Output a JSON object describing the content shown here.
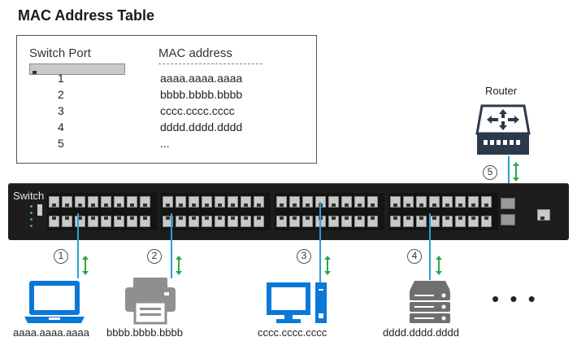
{
  "title": "MAC Address Table",
  "table": {
    "headers": {
      "port": "Switch Port",
      "mac": "MAC address"
    },
    "rows": [
      {
        "port": "1",
        "mac": "aaaa.aaaa.aaaa"
      },
      {
        "port": "2",
        "mac": "bbbb.bbbb.bbbb"
      },
      {
        "port": "3",
        "mac": "cccc.cccc.cccc"
      },
      {
        "port": "4",
        "mac": "dddd.dddd.dddd"
      },
      {
        "port": "5",
        "mac": "..."
      }
    ]
  },
  "switch": {
    "label": "Switch"
  },
  "router": {
    "label": "Router",
    "number": "5"
  },
  "devices": [
    {
      "number": "1",
      "label": "aaaa.aaaa.aaaa",
      "icon": "laptop-icon"
    },
    {
      "number": "2",
      "label": "bbbb.bbbb.bbbb",
      "icon": "printer-icon"
    },
    {
      "number": "3",
      "label": "cccc.cccc.cccc",
      "icon": "desktop-icon"
    },
    {
      "number": "4",
      "label": "dddd.dddd.dddd",
      "icon": "server-icon"
    }
  ],
  "more": "• • •",
  "colors": {
    "device_blue": "#0a78d7",
    "cable": "#2b9fd6",
    "arrow": "#2aa84a",
    "switch_body": "#1d1d1d"
  }
}
